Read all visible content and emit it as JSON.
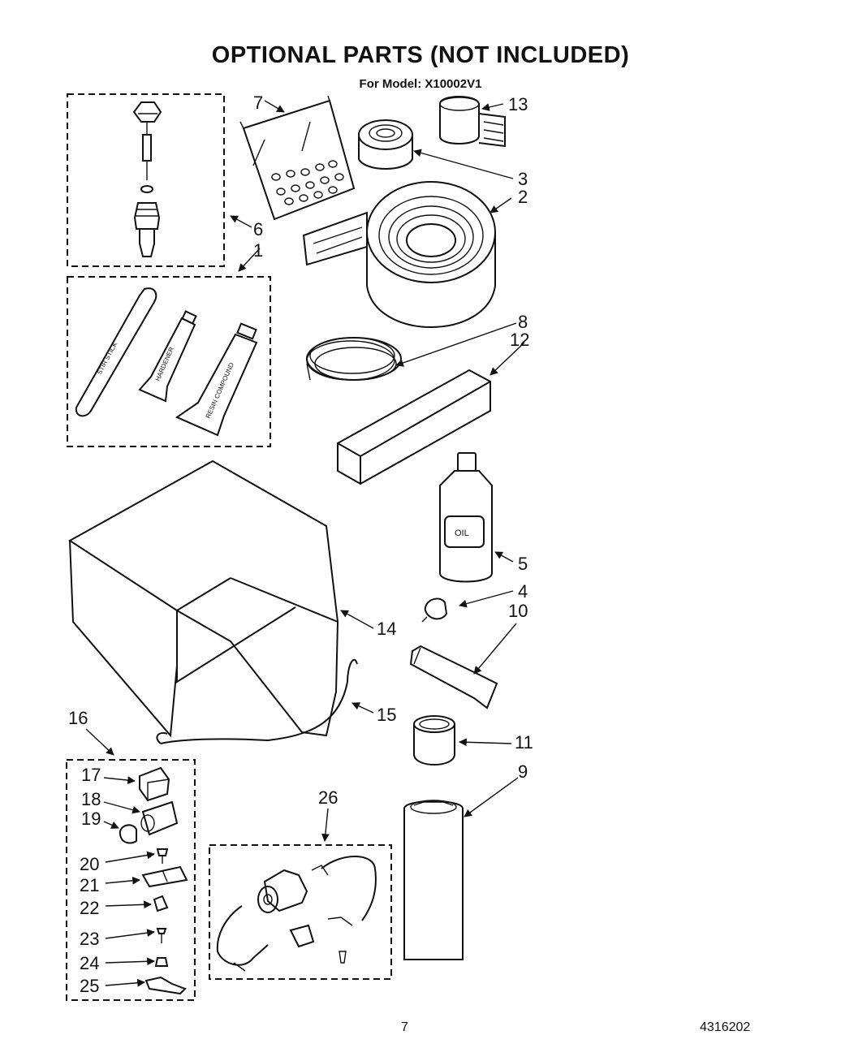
{
  "title": "OPTIONAL PARTS (NOT INCLUDED)",
  "subtitle": "For Model: X10002V1",
  "footer": {
    "page_number": "7",
    "document_number": "4316202"
  },
  "item_labels": {
    "stir_stick": "STIR STICK",
    "hardener": "HARDENER",
    "resin": "RESIN COMPOUND",
    "oil": "OIL"
  },
  "callouts": [
    "1",
    "2",
    "3",
    "4",
    "5",
    "6",
    "7",
    "8",
    "9",
    "10",
    "11",
    "12",
    "13",
    "14",
    "15",
    "16",
    "17",
    "18",
    "19",
    "20",
    "21",
    "22",
    "23",
    "24",
    "25",
    "26"
  ]
}
